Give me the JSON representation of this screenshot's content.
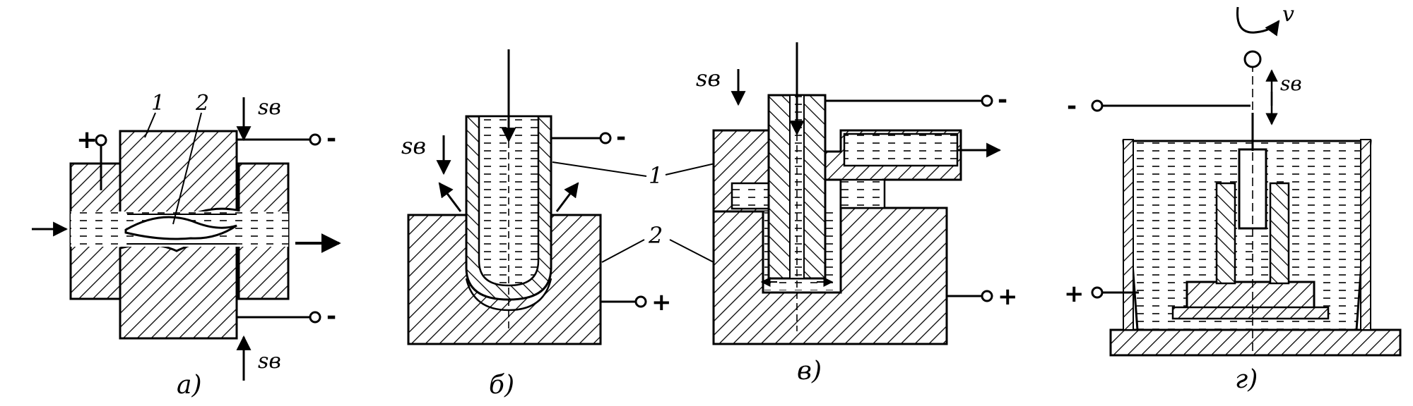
{
  "panels": {
    "a": {
      "caption": "а)",
      "polarity_left": "+",
      "polarity_top": "-",
      "polarity_bottom": "-",
      "feed_top": "sв",
      "feed_bottom": "sв",
      "callouts": [
        "1",
        "2"
      ]
    },
    "b": {
      "caption": "б)",
      "feed": "sв",
      "polarity_tool": "-",
      "polarity_work": "+"
    },
    "c": {
      "caption": "в)",
      "feed": "sв",
      "polarity_tool": "-",
      "polarity_work": "+",
      "callouts": [
        "1",
        "2"
      ]
    },
    "d": {
      "caption": "г)",
      "rotation": "v",
      "feed": "sв",
      "polarity_tool": "-",
      "polarity_work": "+"
    }
  }
}
